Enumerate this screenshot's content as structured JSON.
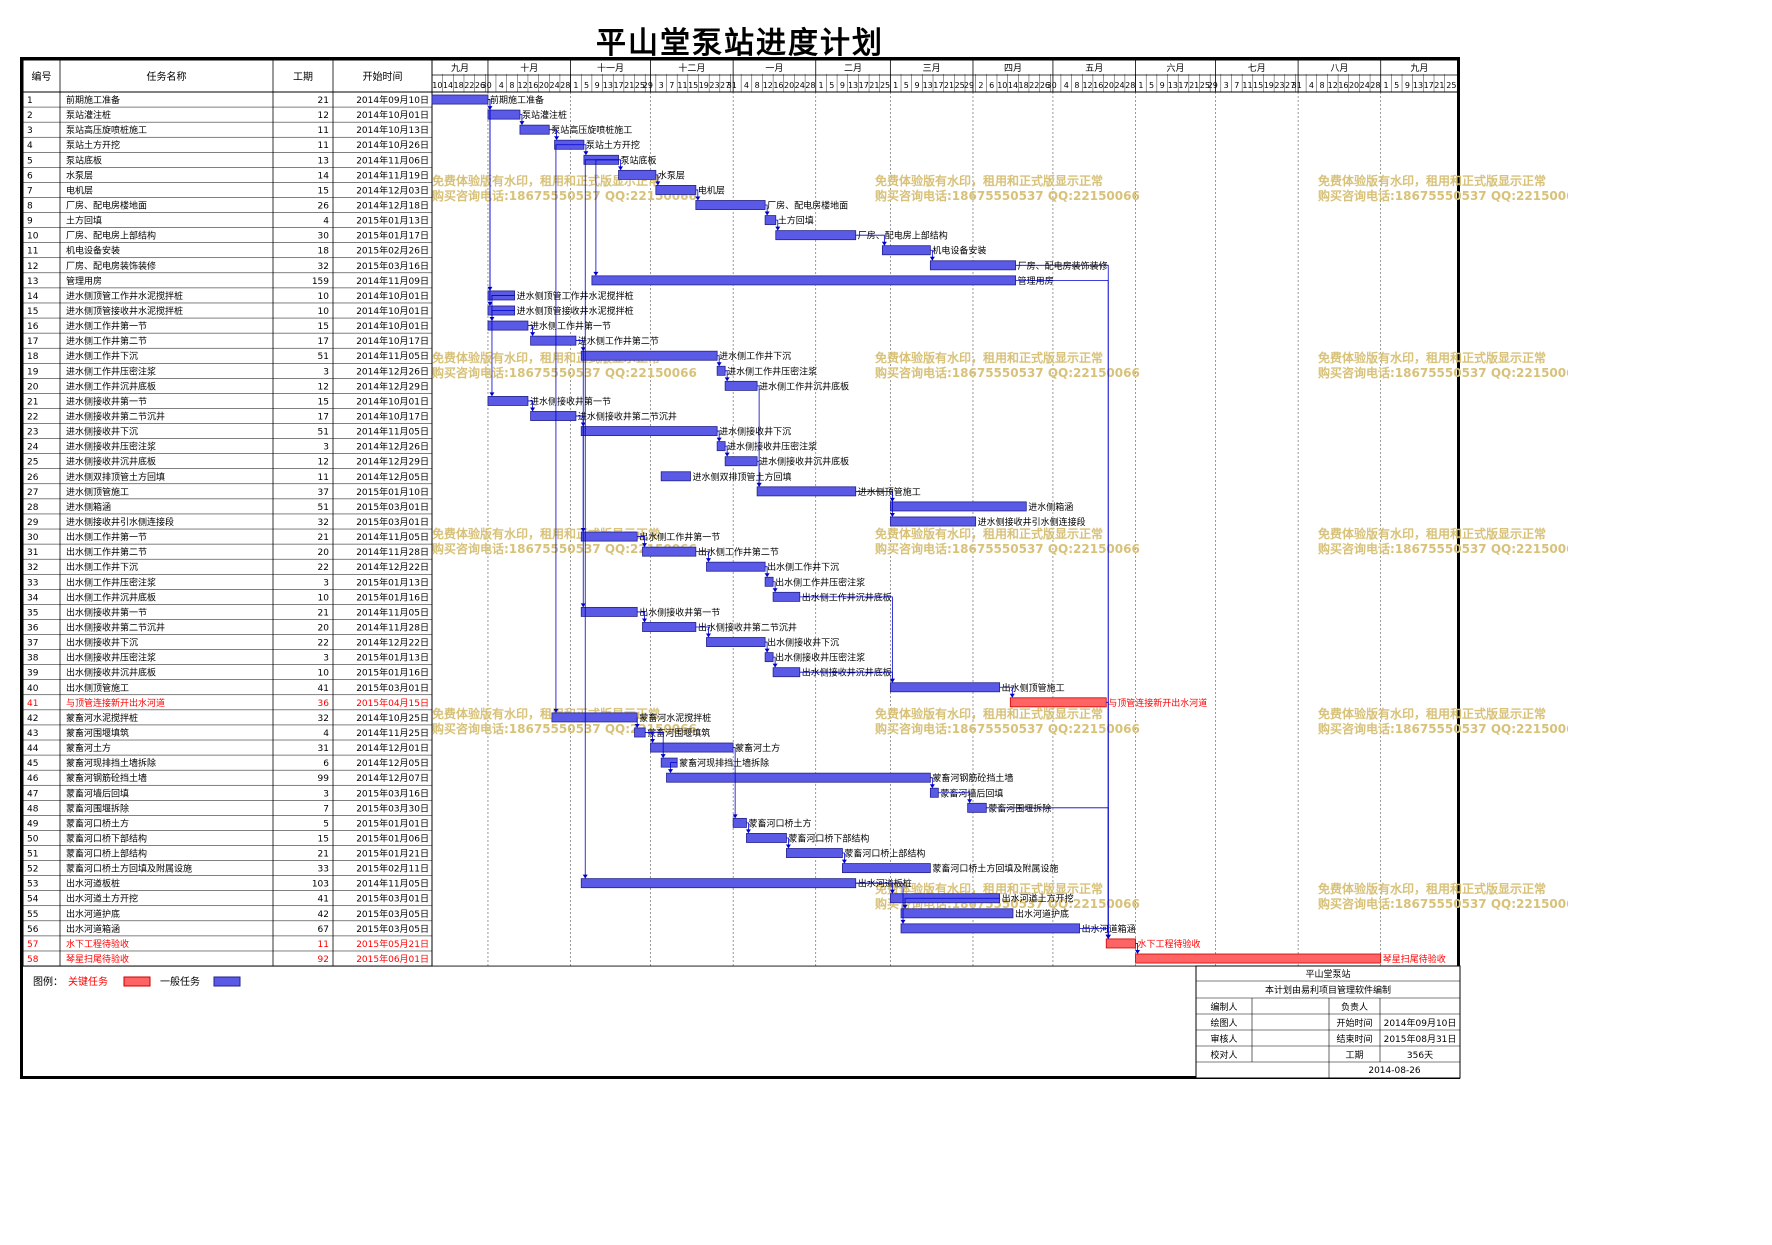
{
  "title": "平山堂泵站进度计划",
  "headers": {
    "no": "编号",
    "name": "任务名称",
    "dur": "工期",
    "start": "开始时间"
  },
  "months": [
    {
      "label": "九月",
      "days": [
        "10",
        "14",
        "18",
        "22",
        "26",
        "30"
      ]
    },
    {
      "label": "十月",
      "days": [
        "4",
        "8",
        "12",
        "16",
        "20",
        "24",
        "28"
      ]
    },
    {
      "label": "十一月",
      "days": [
        "1",
        "5",
        "9",
        "13",
        "17",
        "21",
        "25",
        "29"
      ]
    },
    {
      "label": "十二月",
      "days": [
        "3",
        "7",
        "11",
        "15",
        "19",
        "23",
        "27",
        "31"
      ]
    },
    {
      "label": "一月",
      "days": [
        "4",
        "8",
        "12",
        "16",
        "20",
        "24",
        "28"
      ]
    },
    {
      "label": "二月",
      "days": [
        "1",
        "5",
        "9",
        "13",
        "17",
        "21",
        "25"
      ]
    },
    {
      "label": "三月",
      "days": [
        "1",
        "5",
        "9",
        "13",
        "17",
        "21",
        "25",
        "29"
      ]
    },
    {
      "label": "四月",
      "days": [
        "2",
        "6",
        "10",
        "14",
        "18",
        "22",
        "26",
        "30"
      ]
    },
    {
      "label": "五月",
      "days": [
        "4",
        "8",
        "12",
        "16",
        "20",
        "24",
        "28"
      ]
    },
    {
      "label": "六月",
      "days": [
        "1",
        "5",
        "9",
        "13",
        "17",
        "21",
        "25",
        "29"
      ]
    },
    {
      "label": "七月",
      "days": [
        "3",
        "7",
        "11",
        "15",
        "19",
        "23",
        "27",
        "31"
      ]
    },
    {
      "label": "八月",
      "days": [
        "4",
        "8",
        "12",
        "16",
        "20",
        "24",
        "28"
      ]
    },
    {
      "label": "九月",
      "days": [
        "1",
        "5",
        "9",
        "13",
        "17",
        "21",
        "25"
      ]
    }
  ],
  "chart_data": {
    "type": "gantt",
    "timeline_start": "2014-09-10",
    "timeline_end": "2015-09-30",
    "tasks": [
      {
        "no": "1",
        "name": "前期施工准备",
        "dur": "21",
        "start": "2014年09月10日",
        "critical": false
      },
      {
        "no": "2",
        "name": "泵站灌注桩",
        "dur": "12",
        "start": "2014年10月01日",
        "critical": false
      },
      {
        "no": "3",
        "name": "泵站高压旋喷桩施工",
        "dur": "11",
        "start": "2014年10月13日",
        "critical": false
      },
      {
        "no": "4",
        "name": "泵站土方开挖",
        "dur": "11",
        "start": "2014年10月26日",
        "critical": false
      },
      {
        "no": "5",
        "name": "泵站底板",
        "dur": "13",
        "start": "2014年11月06日",
        "critical": false
      },
      {
        "no": "6",
        "name": "水泵层",
        "dur": "14",
        "start": "2014年11月19日",
        "critical": false
      },
      {
        "no": "7",
        "name": "电机层",
        "dur": "15",
        "start": "2014年12月03日",
        "critical": false
      },
      {
        "no": "8",
        "name": "厂房、配电房楼地面",
        "dur": "26",
        "start": "2014年12月18日",
        "critical": false
      },
      {
        "no": "9",
        "name": "土方回填",
        "dur": "4",
        "start": "2015年01月13日",
        "critical": false
      },
      {
        "no": "10",
        "name": "厂房、配电房上部结构",
        "dur": "30",
        "start": "2015年01月17日",
        "critical": false
      },
      {
        "no": "11",
        "name": "机电设备安装",
        "dur": "18",
        "start": "2015年02月26日",
        "critical": false
      },
      {
        "no": "12",
        "name": "厂房、配电房装饰装修",
        "dur": "32",
        "start": "2015年03月16日",
        "critical": false
      },
      {
        "no": "13",
        "name": "管理用房",
        "dur": "159",
        "start": "2014年11月09日",
        "critical": false
      },
      {
        "no": "14",
        "name": "进水侧顶管工作井水泥搅拌桩",
        "dur": "10",
        "start": "2014年10月01日",
        "critical": false
      },
      {
        "no": "15",
        "name": "进水侧顶管接收井水泥搅拌桩",
        "dur": "10",
        "start": "2014年10月01日",
        "critical": false
      },
      {
        "no": "16",
        "name": "进水侧工作井第一节",
        "dur": "15",
        "start": "2014年10月01日",
        "critical": false
      },
      {
        "no": "17",
        "name": "进水侧工作井第二节",
        "dur": "17",
        "start": "2014年10月17日",
        "critical": false
      },
      {
        "no": "18",
        "name": "进水侧工作井下沉",
        "dur": "51",
        "start": "2014年11月05日",
        "critical": false
      },
      {
        "no": "19",
        "name": "进水侧工作井压密注浆",
        "dur": "3",
        "start": "2014年12月26日",
        "critical": false
      },
      {
        "no": "20",
        "name": "进水侧工作井沉井底板",
        "dur": "12",
        "start": "2014年12月29日",
        "critical": false
      },
      {
        "no": "21",
        "name": "进水侧接收井第一节",
        "dur": "15",
        "start": "2014年10月01日",
        "critical": false
      },
      {
        "no": "22",
        "name": "进水侧接收井第二节沉井",
        "dur": "17",
        "start": "2014年10月17日",
        "critical": false
      },
      {
        "no": "23",
        "name": "进水侧接收井下沉",
        "dur": "51",
        "start": "2014年11月05日",
        "critical": false
      },
      {
        "no": "24",
        "name": "进水侧接收井压密注浆",
        "dur": "3",
        "start": "2014年12月26日",
        "critical": false
      },
      {
        "no": "25",
        "name": "进水侧接收井沉井底板",
        "dur": "12",
        "start": "2014年12月29日",
        "critical": false
      },
      {
        "no": "26",
        "name": "进水侧双排顶管土方回填",
        "dur": "11",
        "start": "2014年12月05日",
        "critical": false
      },
      {
        "no": "27",
        "name": "进水侧顶管施工",
        "dur": "37",
        "start": "2015年01月10日",
        "critical": false
      },
      {
        "no": "28",
        "name": "进水侧箱涵",
        "dur": "51",
        "start": "2015年03月01日",
        "critical": false
      },
      {
        "no": "29",
        "name": "进水侧接收井引水侧连接段",
        "dur": "32",
        "start": "2015年03月01日",
        "critical": false
      },
      {
        "no": "30",
        "name": "出水侧工作井第一节",
        "dur": "21",
        "start": "2014年11月05日",
        "critical": false
      },
      {
        "no": "31",
        "name": "出水侧工作井第二节",
        "dur": "20",
        "start": "2014年11月28日",
        "critical": false
      },
      {
        "no": "32",
        "name": "出水侧工作井下沉",
        "dur": "22",
        "start": "2014年12月22日",
        "critical": false
      },
      {
        "no": "33",
        "name": "出水侧工作井压密注浆",
        "dur": "3",
        "start": "2015年01月13日",
        "critical": false
      },
      {
        "no": "34",
        "name": "出水侧工作井沉井底板",
        "dur": "10",
        "start": "2015年01月16日",
        "critical": false
      },
      {
        "no": "35",
        "name": "出水侧接收井第一节",
        "dur": "21",
        "start": "2014年11月05日",
        "critical": false
      },
      {
        "no": "36",
        "name": "出水侧接收井第二节沉井",
        "dur": "20",
        "start": "2014年11月28日",
        "critical": false
      },
      {
        "no": "37",
        "name": "出水侧接收井下沉",
        "dur": "22",
        "start": "2014年12月22日",
        "critical": false
      },
      {
        "no": "38",
        "name": "出水侧接收井压密注浆",
        "dur": "3",
        "start": "2015年01月13日",
        "critical": false
      },
      {
        "no": "39",
        "name": "出水侧接收井沉井底板",
        "dur": "10",
        "start": "2015年01月16日",
        "critical": false
      },
      {
        "no": "40",
        "name": "出水侧顶管施工",
        "dur": "41",
        "start": "2015年03月01日",
        "critical": false
      },
      {
        "no": "41",
        "name": "与顶管连接新开出水河道",
        "dur": "36",
        "start": "2015年04月15日",
        "critical": true
      },
      {
        "no": "42",
        "name": "蒙畜河水泥搅拌桩",
        "dur": "32",
        "start": "2014年10月25日",
        "critical": false
      },
      {
        "no": "43",
        "name": "蒙畜河围堰填筑",
        "dur": "4",
        "start": "2014年11月25日",
        "critical": false
      },
      {
        "no": "44",
        "name": "蒙畜河土方",
        "dur": "31",
        "start": "2014年12月01日",
        "critical": false
      },
      {
        "no": "45",
        "name": "蒙畜河现排挡土墙拆除",
        "dur": "6",
        "start": "2014年12月05日",
        "critical": false
      },
      {
        "no": "46",
        "name": "蒙畜河钢筋砼挡土墙",
        "dur": "99",
        "start": "2014年12月07日",
        "critical": false
      },
      {
        "no": "47",
        "name": "蒙畜河墙后回填",
        "dur": "3",
        "start": "2015年03月16日",
        "critical": false
      },
      {
        "no": "48",
        "name": "蒙畜河围堰拆除",
        "dur": "7",
        "start": "2015年03月30日",
        "critical": false
      },
      {
        "no": "49",
        "name": "蒙畜河口桥土方",
        "dur": "5",
        "start": "2015年01月01日",
        "critical": false
      },
      {
        "no": "50",
        "name": "蒙畜河口桥下部结构",
        "dur": "15",
        "start": "2015年01月06日",
        "critical": false
      },
      {
        "no": "51",
        "name": "蒙畜河口桥上部结构",
        "dur": "21",
        "start": "2015年01月21日",
        "critical": false
      },
      {
        "no": "52",
        "name": "蒙畜河口桥土方回填及附属设施",
        "dur": "33",
        "start": "2015年02月11日",
        "critical": false
      },
      {
        "no": "53",
        "name": "出水河道板桩",
        "dur": "103",
        "start": "2014年11月05日",
        "critical": false
      },
      {
        "no": "54",
        "name": "出水河道土方开挖",
        "dur": "41",
        "start": "2015年03月01日",
        "critical": false
      },
      {
        "no": "55",
        "name": "出水河道护底",
        "dur": "42",
        "start": "2015年03月05日",
        "critical": false
      },
      {
        "no": "56",
        "name": "出水河道箱涵",
        "dur": "67",
        "start": "2015年03月05日",
        "critical": false
      },
      {
        "no": "57",
        "name": "水下工程待验收",
        "dur": "11",
        "start": "2015年05月21日",
        "critical": true
      },
      {
        "no": "58",
        "name": "琴星扫尾待验收",
        "dur": "92",
        "start": "2015年06月01日",
        "critical": true
      }
    ]
  },
  "legend": {
    "label": "图例：",
    "critical": "关键任务",
    "normal": "一般任务"
  },
  "watermark": {
    "line1": "免费体验版有水印，租用和正式版显示正常",
    "line2": "购买咨询电话:18675550537 QQ:22150066"
  },
  "info": {
    "project": "平山堂泵站",
    "software": "本计划由易利项目管理软件编制",
    "rows": [
      [
        "编制人",
        "",
        "负责人",
        ""
      ],
      [
        "绘图人",
        "",
        "开始时间",
        "2014年09月10日"
      ],
      [
        "审核人",
        "",
        "结束时间",
        "2015年08月31日"
      ],
      [
        "校对人",
        "",
        "工期",
        "356天"
      ]
    ],
    "date": "2014-08-26"
  },
  "colors": {
    "normal": "#5a5ae6",
    "critical": "#ff6464",
    "link": "#0000cc",
    "watermark": "#d8c27a"
  }
}
